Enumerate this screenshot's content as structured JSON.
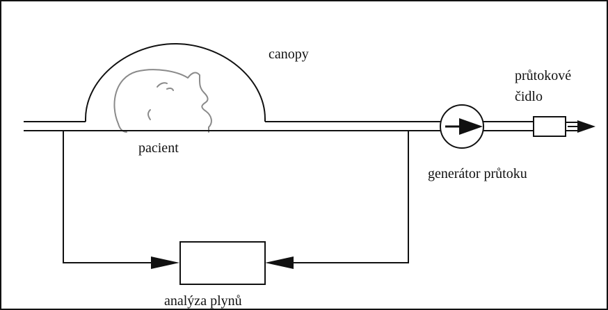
{
  "labels": {
    "canopy": "canopy",
    "patient": "pacient",
    "flow_generator": "generátor průtoku",
    "flow_sensor_line1": "průtokové",
    "flow_sensor_line2": "čidlo",
    "gas_analysis": "analýza plynů"
  },
  "colors": {
    "line": "#111111",
    "head_outline": "#8a8a8a",
    "background": "#ffffff"
  }
}
